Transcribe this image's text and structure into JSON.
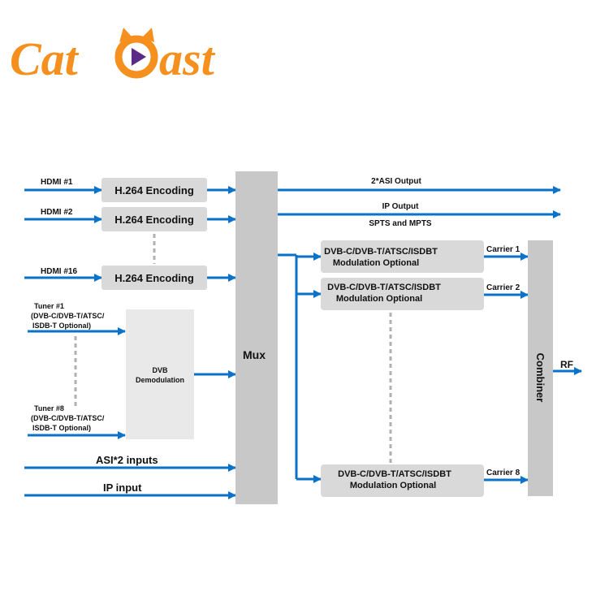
{
  "logo": {
    "text": "CatCast",
    "color": "#f5901e",
    "play_color": "#5b2a86"
  },
  "colors": {
    "arrow": "#0a72c8",
    "box": "#d9d9d9"
  },
  "inputs": {
    "hdmi1": "HDMI #1",
    "hdmi2": "HDMI #2",
    "hdmi16": "HDMI #16",
    "tuner1": [
      "Tuner #1",
      "(DVB-C/DVB-T/ATSC/",
      "ISDB-T Optional)"
    ],
    "tuner8": [
      "Tuner #8",
      "(DVB-C/DVB-T/ATSC/",
      "ISDB-T Optional)"
    ],
    "asi": "ASI*2 inputs",
    "ip": "IP input"
  },
  "encoders": {
    "label": "H.264 Encoding"
  },
  "dvb_demod": [
    "DVB",
    "Demodulation"
  ],
  "mux": "Mux",
  "outputs": {
    "asi": "2*ASI Output",
    "ip": "IP Output",
    "spts": "SPTS and MPTS"
  },
  "modulators": {
    "line1": "DVB-C/DVB-T/ATSC/ISDBT",
    "line2": "Modulation Optional"
  },
  "carriers": {
    "c1": "Carrier 1",
    "c2": "Carrier 2",
    "c8": "Carrier 8"
  },
  "combiner": "Combiner",
  "rf": "RF"
}
